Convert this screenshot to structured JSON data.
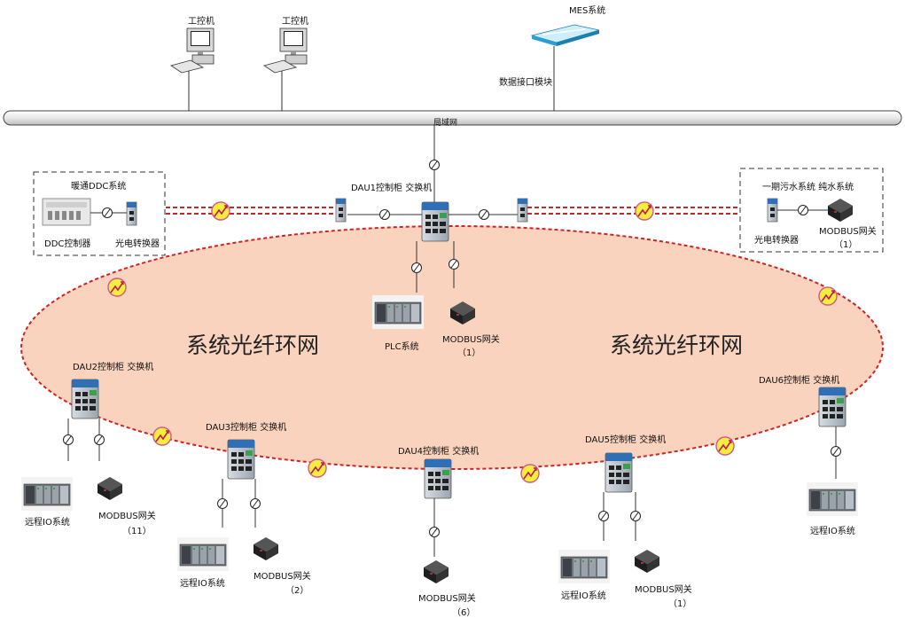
{
  "top": {
    "pc1_label": "工控机",
    "pc2_label": "工控机",
    "mes_label": "MES系统",
    "interface_label": "数据接口模块",
    "lan_label": "局域网"
  },
  "dau1": {
    "label": "DAU1控制柜 交换机",
    "plc_label": "PLC系统",
    "gw_label": "MODBUS网关",
    "gw_count": "（1）"
  },
  "left_box": {
    "title": "暖通DDC系统",
    "ddc_label": "DDC控制器",
    "converter_label": "光电转换器"
  },
  "right_box": {
    "title": "一期污水系统 纯水系统",
    "converter_label": "光电转换器",
    "gw_label": "MODBUS网关",
    "gw_count": "（1）"
  },
  "ring": {
    "label_left": "系统光纤环网",
    "label_right": "系统光纤环网"
  },
  "dau2": {
    "label": "DAU2控制柜 交换机",
    "io_label": "远程IO系统",
    "gw_label": "MODBUS网关",
    "gw_count": "（11）"
  },
  "dau3": {
    "label": "DAU3控制柜 交换机",
    "io_label": "远程IO系统",
    "gw_label": "MODBUS网关",
    "gw_count": "（2）"
  },
  "dau4": {
    "label": "DAU4控制柜 交换机",
    "gw_label": "MODBUS网关",
    "gw_count": "（6）"
  },
  "dau5": {
    "label": "DAU5控制柜 交换机",
    "io_label": "远程IO系统",
    "gw_label": "MODBUS网关",
    "gw_count": "（1）"
  },
  "dau6": {
    "label": "DAU6控制柜 交换机",
    "io_label": "远程IO系统"
  },
  "colors": {
    "ring_fill": "#f9d3bd",
    "ring_stroke": "#d42020",
    "fiber": "#d42020",
    "fiber_marker": "#f5ee3c",
    "switch_blue": "#2f6fb5"
  }
}
